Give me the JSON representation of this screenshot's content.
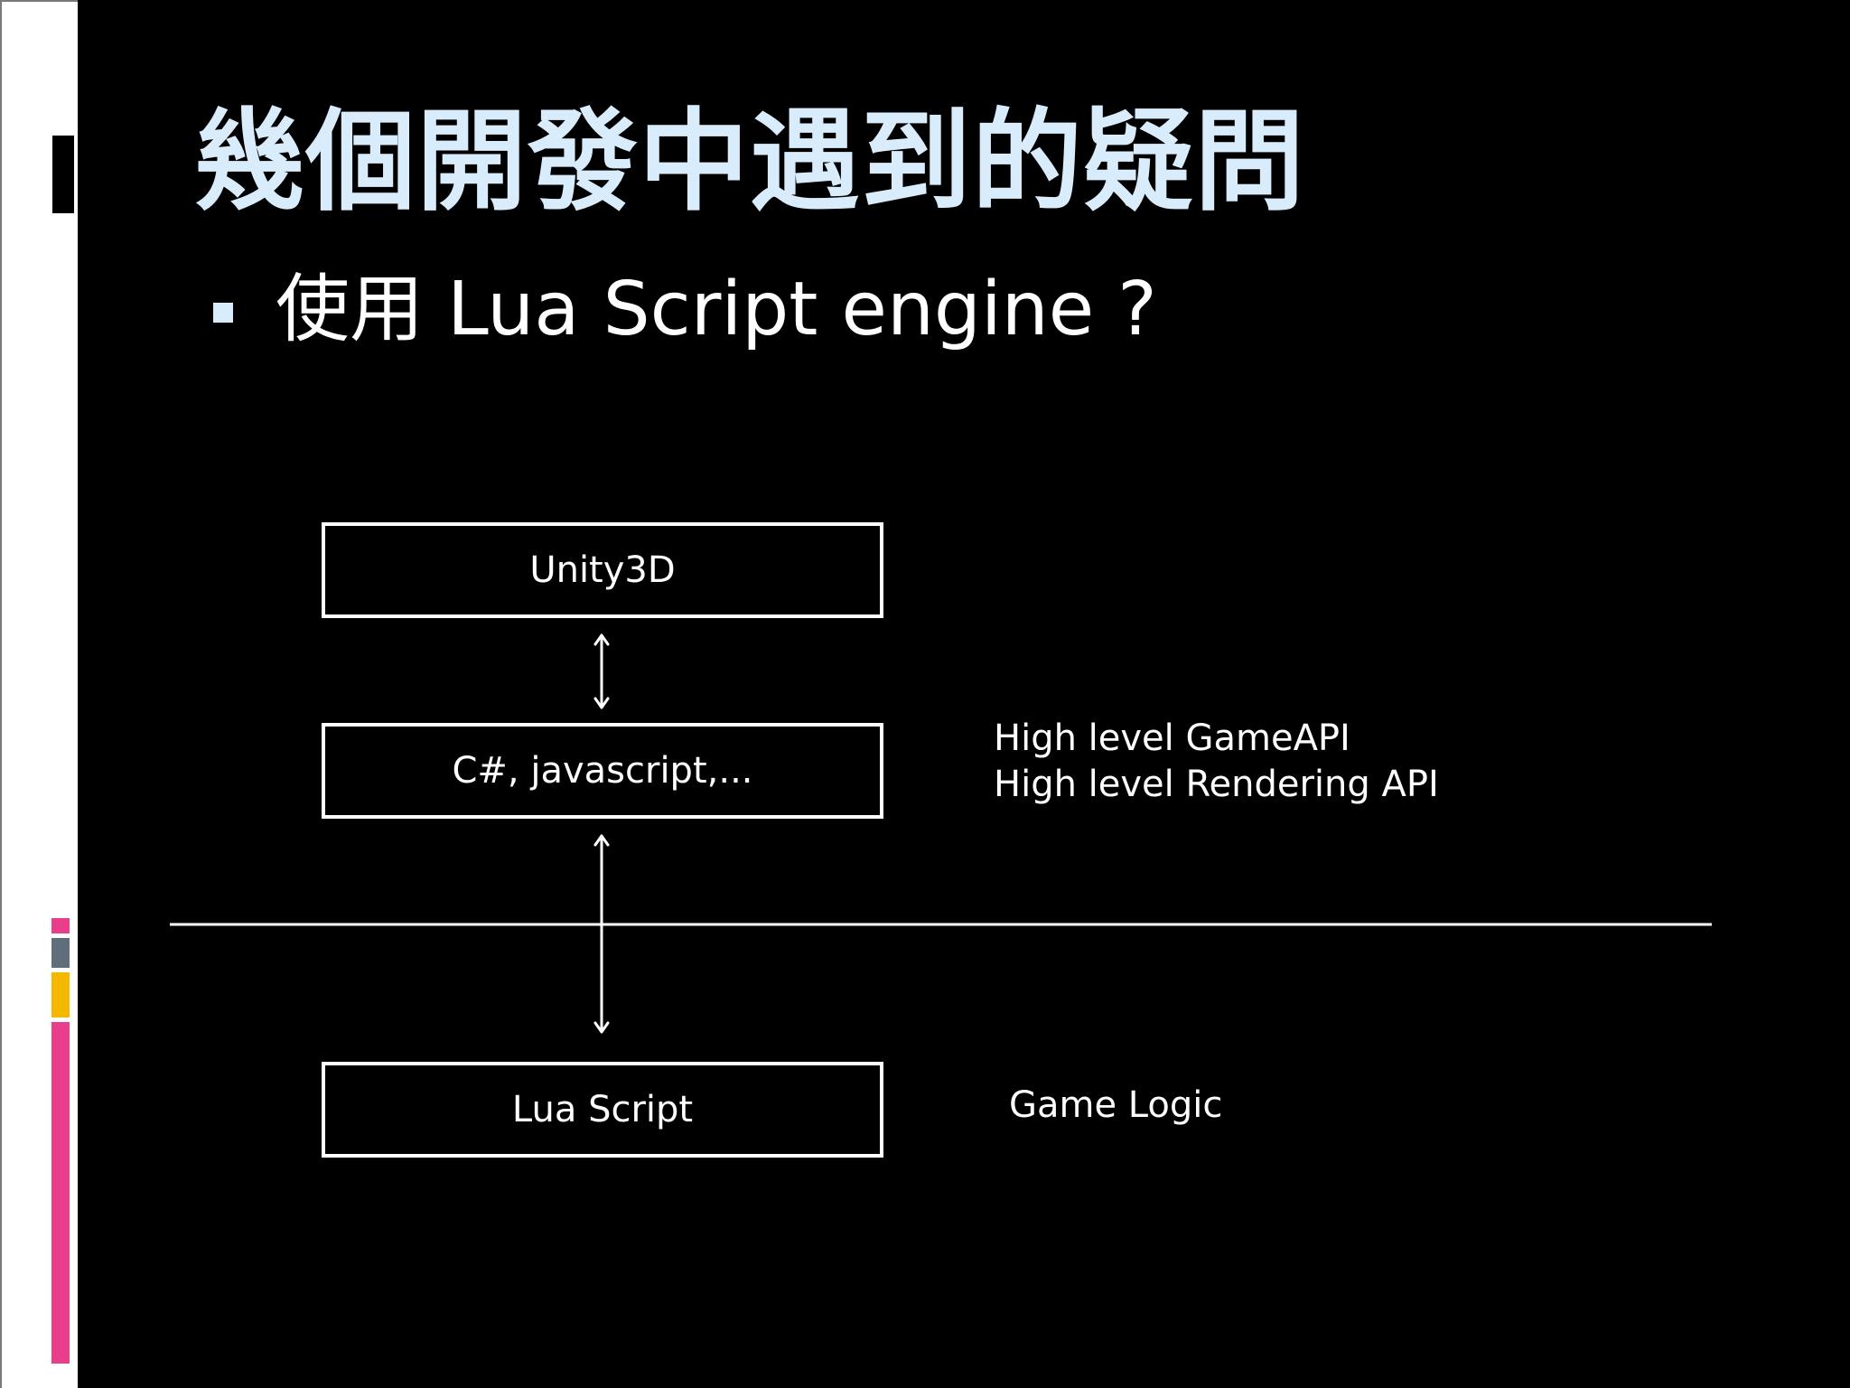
{
  "slide": {
    "title": "幾個開發中遇到的疑問",
    "bullet": "使用 Lua Script engine ?"
  },
  "diagram": {
    "layers": [
      {
        "id": "unity3d",
        "label": "Unity3D"
      },
      {
        "id": "csharp-js",
        "label": "C#, javascript,..."
      },
      {
        "id": "lua-script",
        "label": "Lua Script"
      }
    ],
    "notes": {
      "high_level_line1": "High level GameAPI",
      "high_level_line2": "High level Rendering API",
      "game_logic": "Game Logic"
    }
  },
  "colors": {
    "background": "#000000",
    "title": "#d8ecfb",
    "text": "#ffffff",
    "accent_pink": "#e83e8c",
    "accent_slate": "#5f6e7a",
    "accent_gold": "#f4b800"
  }
}
